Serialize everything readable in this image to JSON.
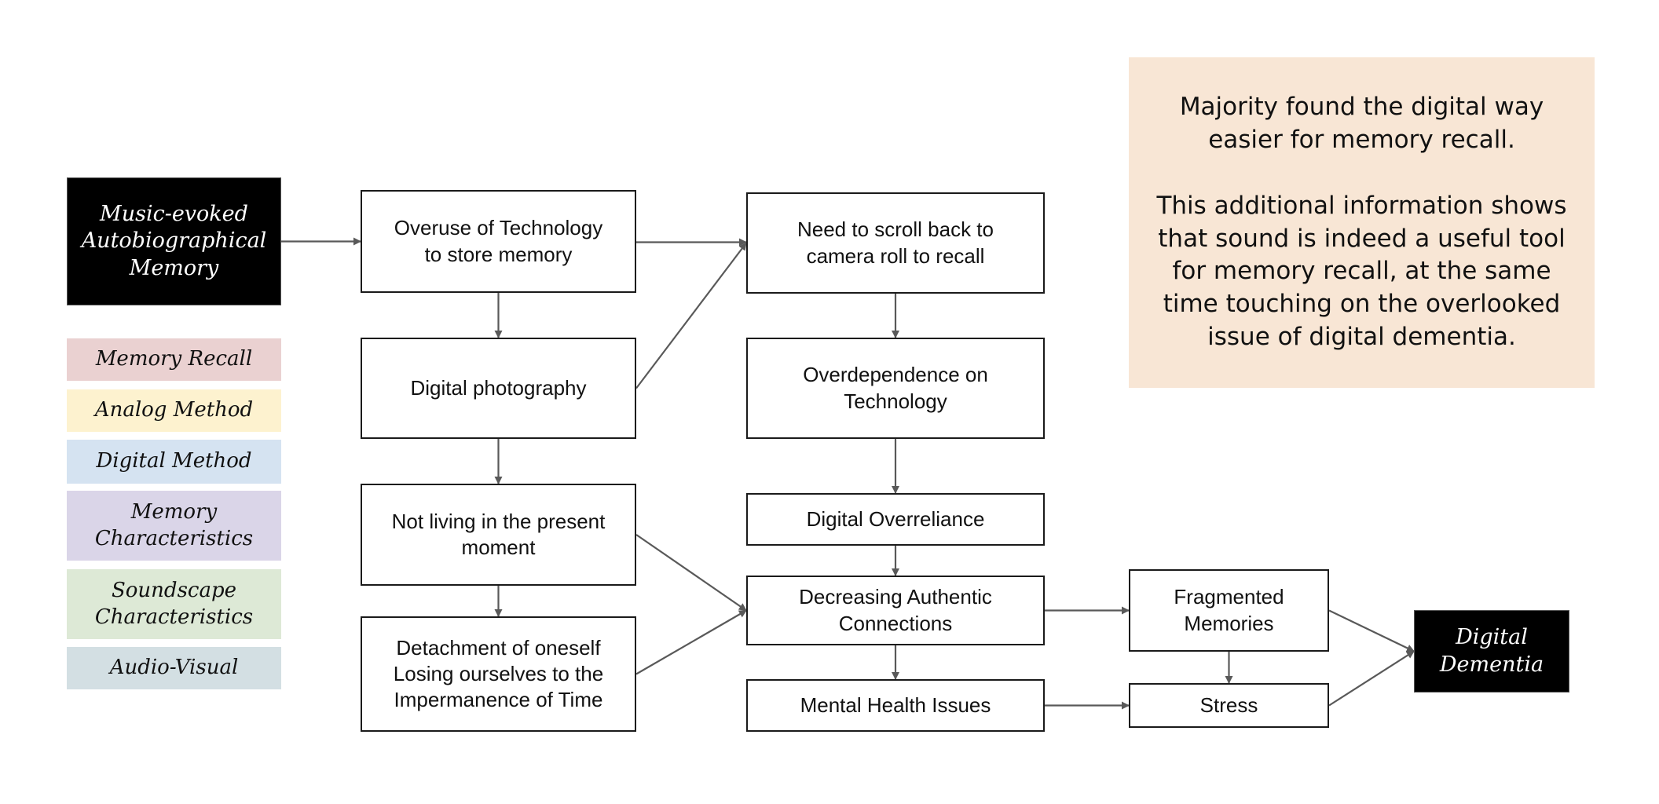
{
  "diagram": {
    "source": {
      "id": "music",
      "label": "Music-evoked\nAutobiographical\nMemory"
    },
    "legend": [
      {
        "label": "Memory Recall",
        "color": "#ead1d1"
      },
      {
        "label": "Analog Method",
        "color": "#fdf2cf"
      },
      {
        "label": "Digital Method",
        "color": "#d5e3f1"
      },
      {
        "label": "Memory\nCharacteristics",
        "color": "#dad5e8"
      },
      {
        "label": "Soundscape\nCharacteristics",
        "color": "#dde9d6"
      },
      {
        "label": "Audio-Visual",
        "color": "#d3dfe3"
      }
    ],
    "nodes": {
      "overuse": "Overuse of Technology\nto store memory",
      "digital_photography": "Digital photography",
      "not_living": "Not living in the present\nmoment",
      "detachment": "Detachment of oneself\nLosing ourselves to the\nImpermanence of Time",
      "need_scroll": "Need to scroll back to\ncamera roll to recall",
      "overdependence": "Overdependence on\nTechnology",
      "digital_overreliance": "Digital Overreliance",
      "decreasing_connections": "Decreasing Authentic\nConnections",
      "mental_health": "Mental Health Issues",
      "fragmented_memories": "Fragmented\nMemories",
      "stress": "Stress"
    },
    "outcome": {
      "id": "dementia",
      "label": "Digital\nDementia"
    },
    "edges": [
      [
        "music",
        "overuse"
      ],
      [
        "overuse",
        "need_scroll"
      ],
      [
        "overuse",
        "digital_photography"
      ],
      [
        "digital_photography",
        "need_scroll"
      ],
      [
        "digital_photography",
        "not_living"
      ],
      [
        "not_living",
        "detachment"
      ],
      [
        "not_living",
        "decreasing_connections"
      ],
      [
        "detachment",
        "decreasing_connections"
      ],
      [
        "need_scroll",
        "overdependence"
      ],
      [
        "overdependence",
        "digital_overreliance"
      ],
      [
        "digital_overreliance",
        "decreasing_connections"
      ],
      [
        "decreasing_connections",
        "mental_health"
      ],
      [
        "decreasing_connections",
        "fragmented_memories"
      ],
      [
        "mental_health",
        "stress"
      ],
      [
        "fragmented_memories",
        "stress"
      ],
      [
        "fragmented_memories",
        "dementia"
      ],
      [
        "stress",
        "dementia"
      ]
    ],
    "edge_color": "#595959"
  },
  "note": {
    "paragraph1": "Majority found the digital way easier for memory recall.",
    "paragraph2": "This additional information shows that sound is indeed a useful tool for memory recall, at the same time touching on the overlooked issue of digital dementia.",
    "background": "#f8e6d5"
  }
}
